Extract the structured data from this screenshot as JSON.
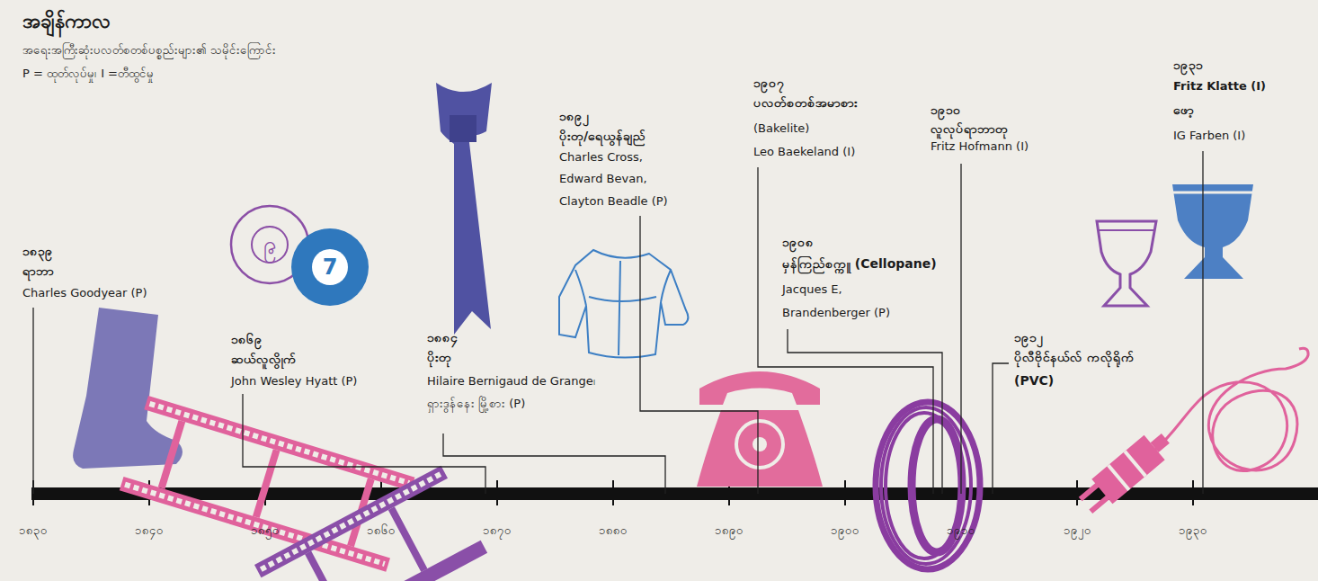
{
  "diagram": {
    "title": "အချိန်ကာလ",
    "nodes": [
      {
        "text": [
          "၉"
        ]
      },
      {
        "text": [
          "7"
        ]
      }
    ],
    "labels": [
      "အရေးအကြီးဆုံးပလတ်စတစ်ပစ္စည်းများ၏ သမိုင်းကြောင်း",
      "P = ထုတ်လုပ်မှု၊ I =တီထွင်မှု",
      "၁၈၃၉",
      "ရာဘာ",
      "Charles Goodyear (P)",
      "၁၈၆၉",
      "ဆယ်လူလွိုက်",
      "John Wesley Hyatt (P)",
      "၁၈၈၄",
      "ပိုးတု",
      "Hilaire Bernigaud de Grange၊",
      "ရှားဒွန်နေး မြို့စား (P)",
      "၁၈၉၂",
      "ပိုးတု/ရေယွန်ချည်",
      "Charles Cross,",
      "Edward Bevan,",
      "Clayton Beadle (P)",
      "၁၉၀၇",
      "ပလတ်စတစ်အမာစား",
      "(Bakelite)",
      "Leo Baekeland (I)",
      "၁၉၀၈",
      "မှန်ကြည်စက္ကူ (Cellopane)",
      "Jacques E,",
      "Brandenberger (P)",
      "၁၉၁၀",
      "လူလုပ်ရာဘာတု",
      "Fritz Hofmann (I)",
      "၁၉၁၂",
      "ပိုလီဗိုင်နယ်လ် ကလိုရိုက်",
      "(PVC)",
      "၁၉၃၁",
      "Fritz Klatte (I)",
      "ဖော့",
      "IG Farben (I)",
      "၁၈၃၀",
      "၁၈၄၀",
      "၁၈၅၀",
      "၁၈၆၀",
      "၁၈၇၀",
      "၁၈၈၀",
      "၁၈၉၀",
      "၁၉၀၀",
      "၁၉၁၀",
      "၁၉၂၀",
      "၁၉၃၀"
    ]
  }
}
